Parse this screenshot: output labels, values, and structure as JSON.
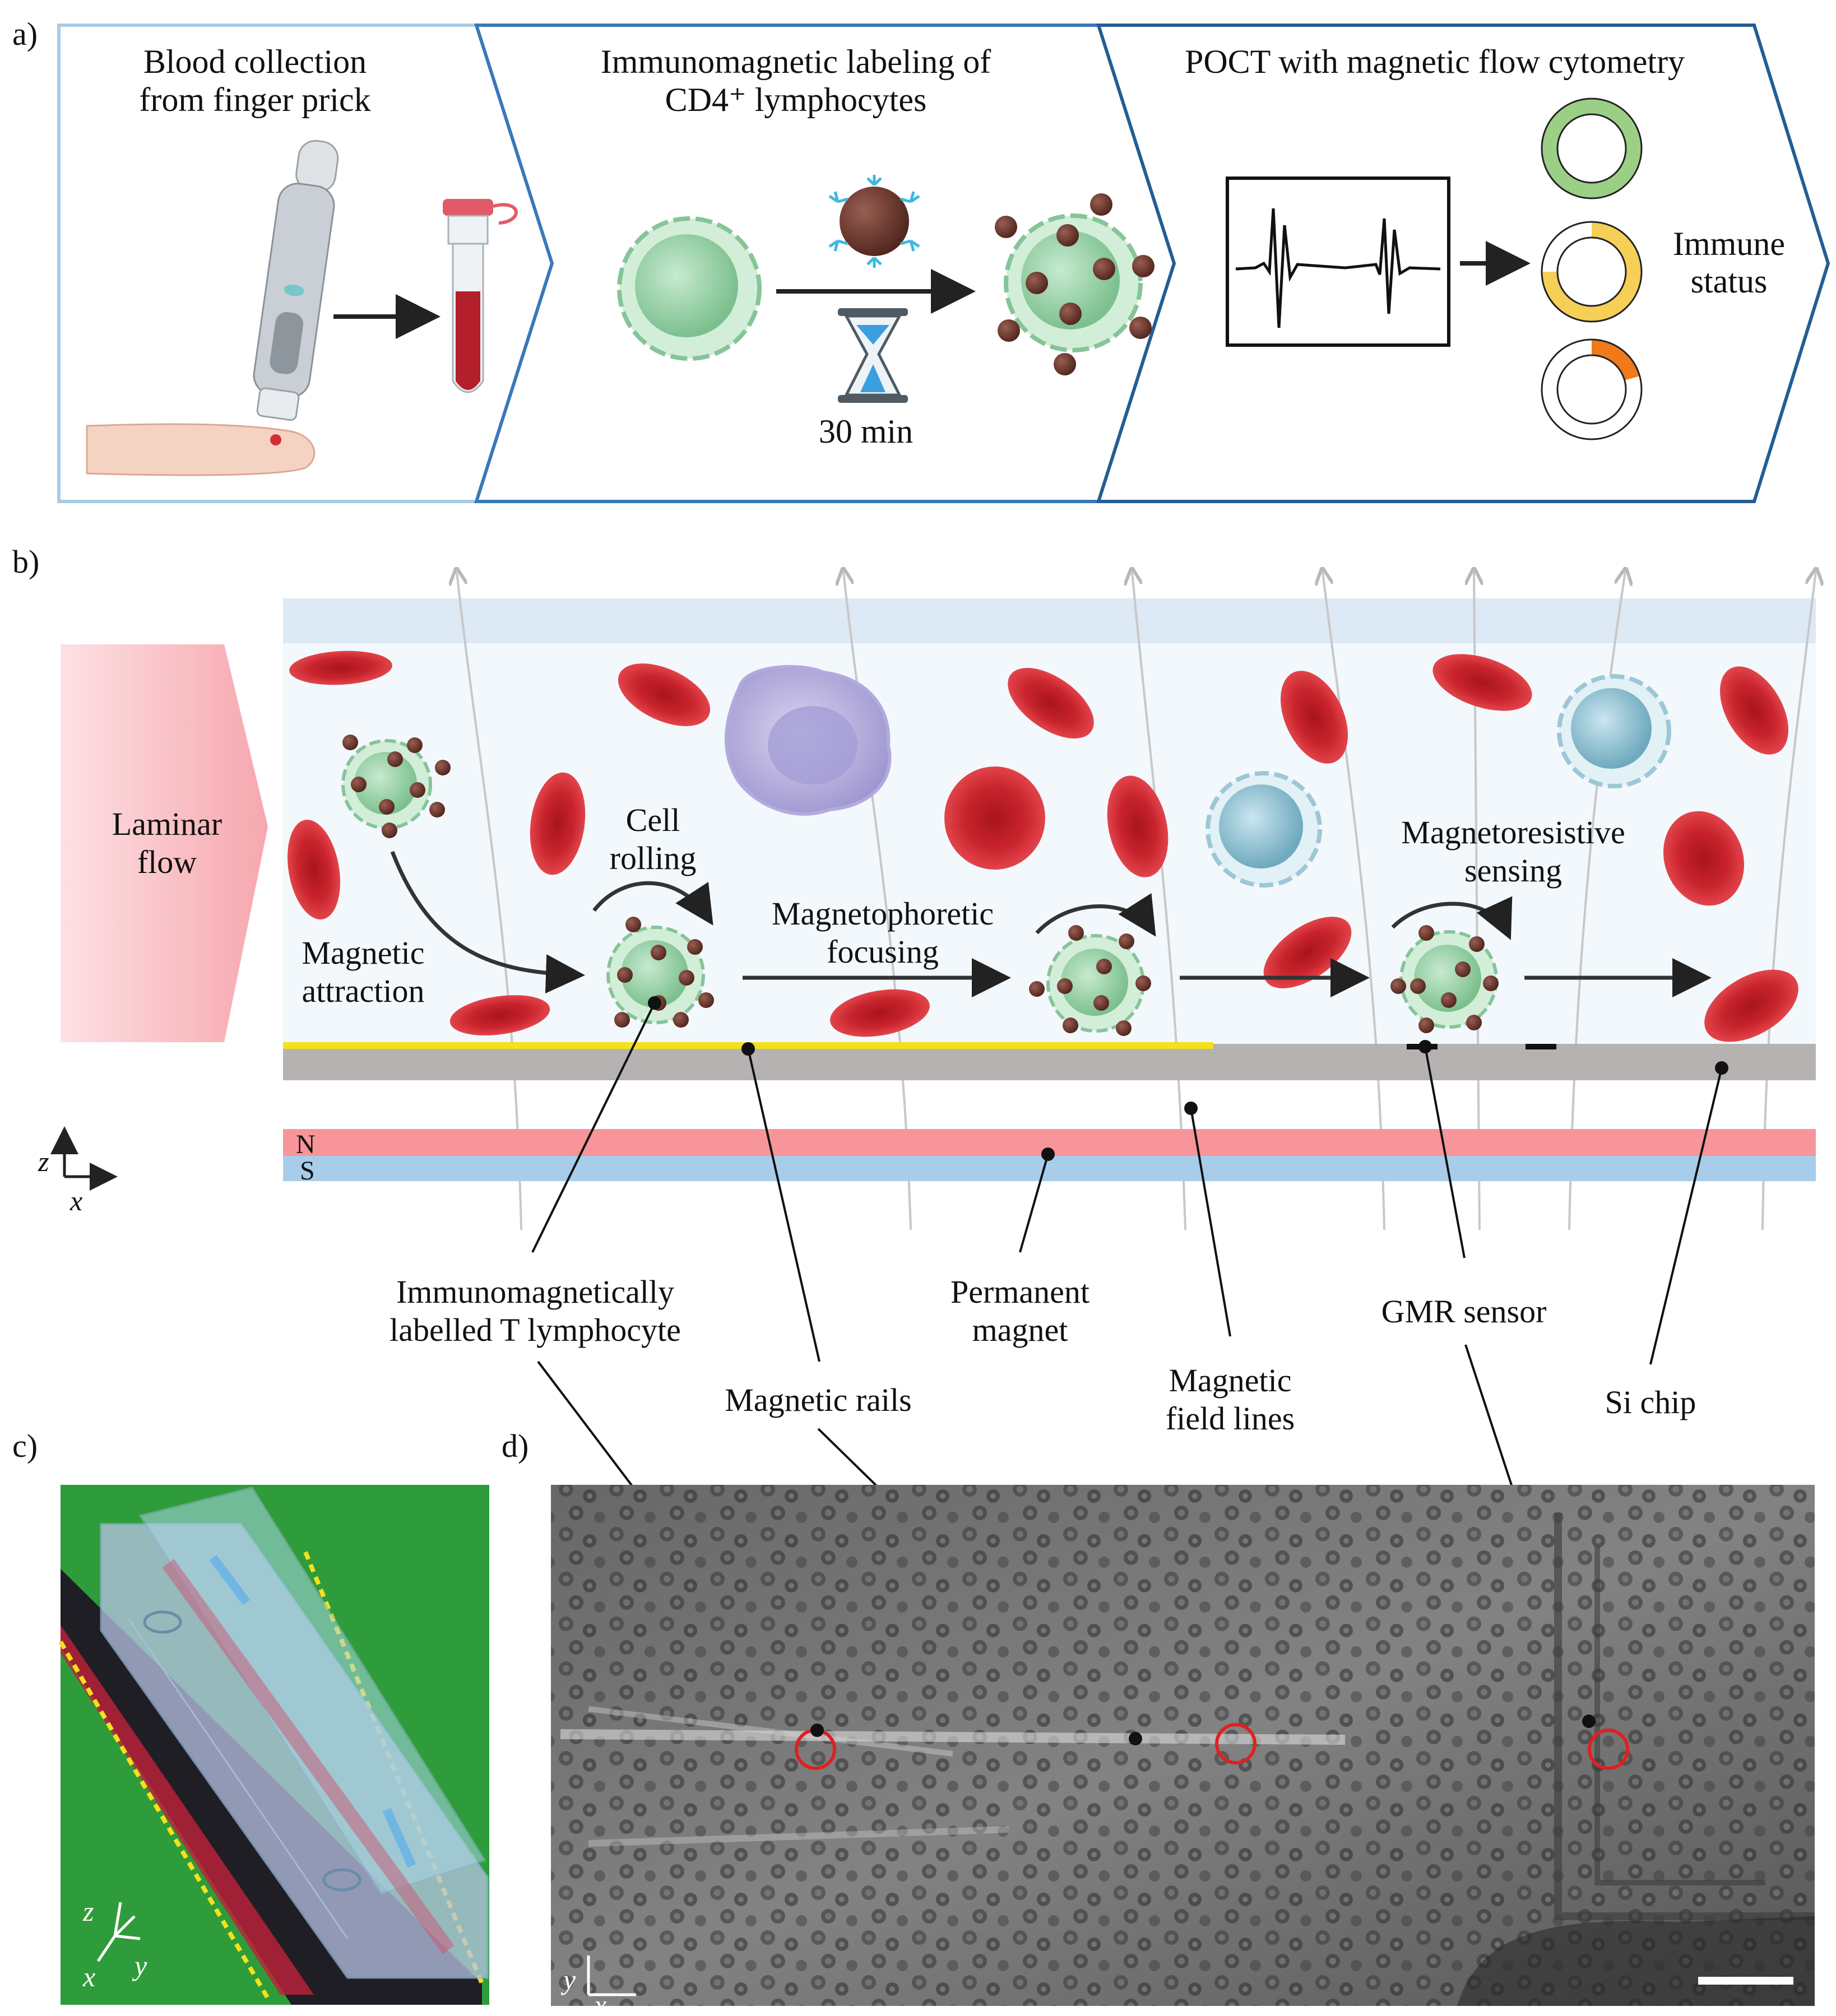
{
  "panels": {
    "a": {
      "letter": "a)",
      "step1": {
        "line1": "Blood collection",
        "line2": "from finger prick"
      },
      "step2": {
        "line1": "Immunomagnetic labeling of",
        "line2": "CD4⁺ lymphocytes",
        "time": "30 min"
      },
      "step3": {
        "title": "POCT with magnetic flow cytometry",
        "status1": "Immune",
        "status2": "status"
      }
    },
    "b": {
      "letter": "b)",
      "flow": {
        "line1": "Laminar",
        "line2": "flow"
      },
      "attraction": {
        "line1": "Magnetic",
        "line2": "attraction"
      },
      "rolling": {
        "line1": "Cell",
        "line2": "rolling"
      },
      "focusing": {
        "line1": "Magnetophoretic",
        "line2": "focusing"
      },
      "sensing": {
        "line1": "Magnetoresistive",
        "line2": "sensing"
      },
      "pole_n": "N",
      "pole_s": "S",
      "axis_z": "z",
      "axis_x": "x",
      "callouts": {
        "lymphocyte": {
          "line1": "Immunomagnetically",
          "line2": "labelled T lymphocyte"
        },
        "rails": "Magnetic rails",
        "magnet": {
          "line1": "Permanent",
          "line2": "magnet"
        },
        "field": {
          "line1": "Magnetic",
          "line2": "field lines"
        },
        "gmr": "GMR sensor",
        "chip": "Si chip"
      }
    },
    "c": {
      "letter": "c)",
      "axis_z": "z",
      "axis_x": "x",
      "axis_y": "y"
    },
    "d": {
      "letter": "d)",
      "axis_y": "y",
      "axis_x": "x"
    }
  },
  "colors": {
    "panel_border": "#3a78b8",
    "rbc": "#d42e35",
    "lymphocyte": "#9fd4a8",
    "bead": "#6b3a30",
    "rail": "#f2e21a",
    "chip": "#b7b2b2",
    "magnet_n": "#f7959a",
    "magnet_s": "#a7cdea",
    "chart_green": "#9ccf86",
    "chart_yellow": "#f6cf57",
    "chart_orange": "#f07a1a",
    "pcb_green": "#2e9c3a"
  }
}
